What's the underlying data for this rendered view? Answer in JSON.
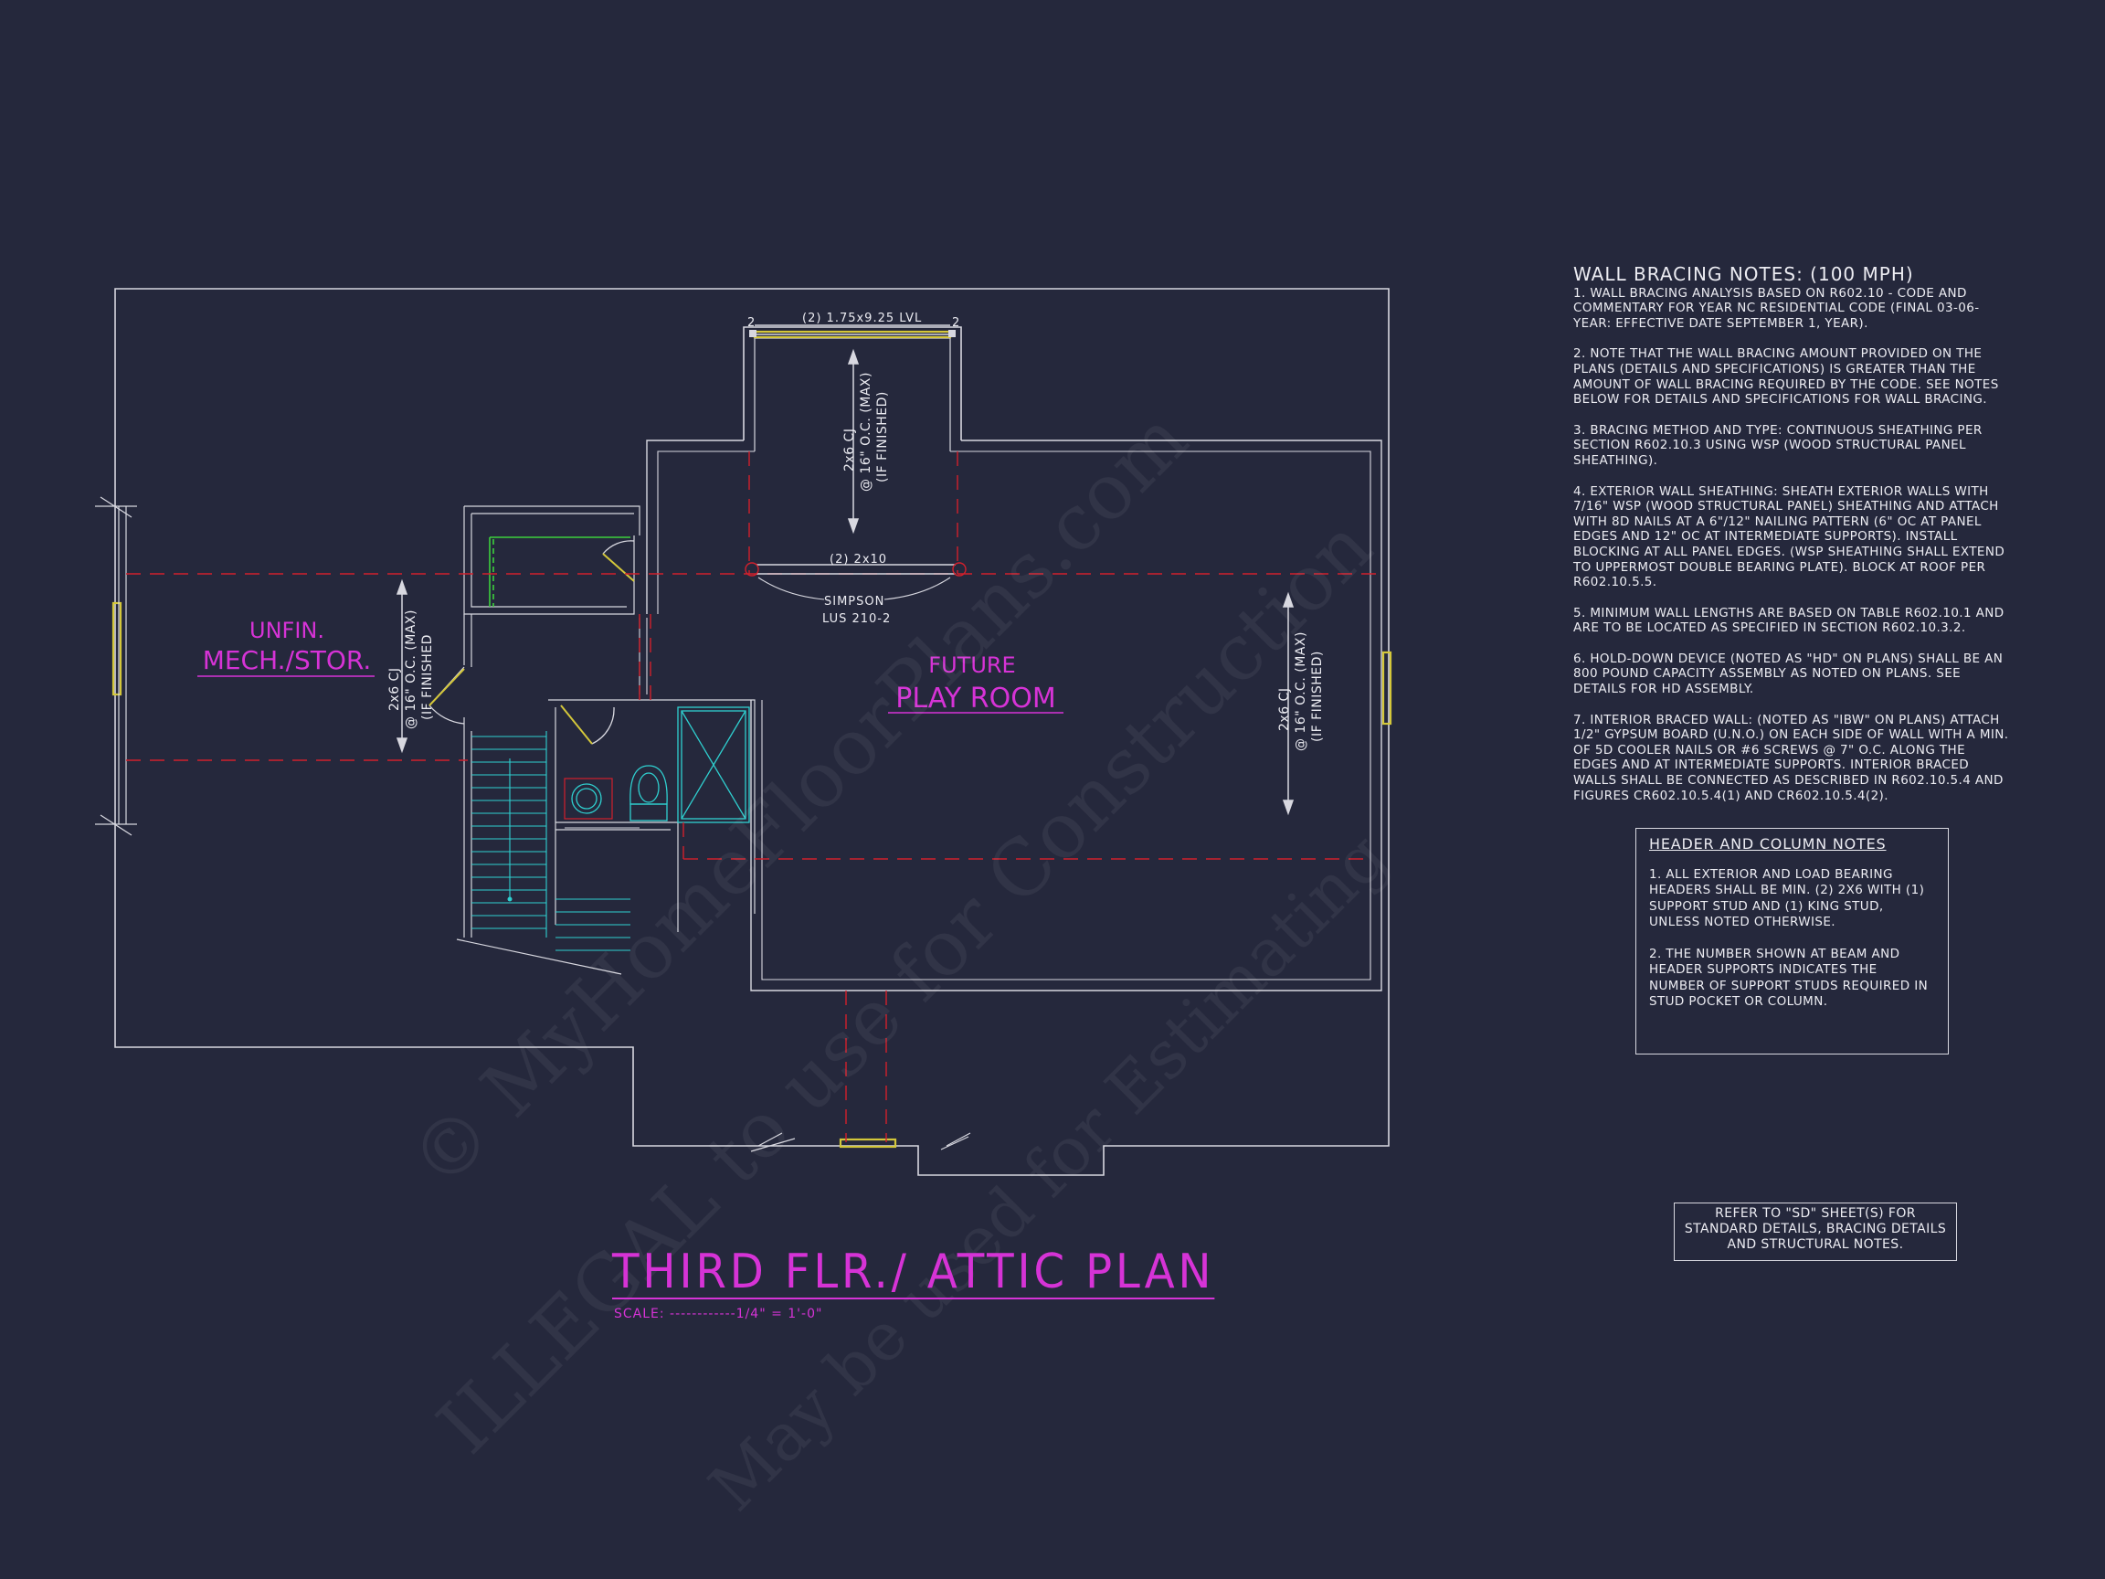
{
  "plan": {
    "title": "THIRD FLR./ ATTIC PLAN",
    "scale": "SCALE: ------------1/4\" = 1'-0\"",
    "rooms": {
      "mech_line1": "UNFIN.",
      "mech_line2": "MECH./STOR.",
      "play_line1": "FUTURE",
      "play_line2": "PLAY ROOM"
    },
    "beams": {
      "lvl_label": "(2) 1.75x9.25 LVL",
      "lvl_support_left": "2",
      "lvl_support_right": "2",
      "joist_label": "(2) 2x10",
      "hanger_line1": "SIMPSON",
      "hanger_line2": "LUS 210-2"
    },
    "joist_notes": {
      "left": [
        "2x6 CJ",
        "@ 16\" O.C. (MAX)",
        "(IF FINISHED"
      ],
      "top": [
        "2x6 CJ",
        "@ 16\" O.C. (MAX)",
        "(IF FINISHED)"
      ],
      "right": [
        "2x6 CJ",
        "@ 16\" O.C. (MAX)",
        "(IF FINISHED)"
      ]
    }
  },
  "wall_bracing": {
    "title": "WALL BRACING NOTES: (100 MPH)",
    "notes": [
      "1. WALL BRACING ANALYSIS BASED ON R602.10 - CODE AND COMMENTARY FOR YEAR NC RESIDENTIAL CODE (FINAL 03-06-YEAR: EFFECTIVE DATE SEPTEMBER 1, YEAR).",
      "2. NOTE THAT THE WALL BRACING AMOUNT PROVIDED ON THE PLANS (DETAILS AND SPECIFICATIONS) IS GREATER THAN THE AMOUNT OF WALL BRACING REQUIRED BY THE CODE. SEE NOTES BELOW FOR DETAILS AND SPECIFICATIONS FOR WALL BRACING.",
      "3. BRACING METHOD AND TYPE: CONTINUOUS SHEATHING PER SECTION R602.10.3 USING WSP (WOOD STRUCTURAL PANEL SHEATHING).",
      "4. EXTERIOR WALL SHEATHING: SHEATH EXTERIOR WALLS WITH 7/16\" WSP (WOOD STRUCTURAL PANEL) SHEATHING AND ATTACH WITH 8d NAILS AT A 6\"/12\" NAILING PATTERN (6\" OC AT PANEL EDGES AND 12\" OC AT INTERMEDIATE SUPPORTS). INSTALL BLOCKING AT ALL PANEL EDGES. (WSP SHEATHING SHALL EXTEND TO UPPERMOST DOUBLE BEARING PLATE). BLOCK AT ROOF PER R602.10.5.5.",
      "5. MINIMUM WALL LENGTHS ARE BASED ON TABLE R602.10.1 AND ARE TO BE LOCATED AS SPECIFIED IN SECTION R602.10.3.2.",
      "6. HOLD-DOWN DEVICE (NOTED AS \"HD\" ON PLANS) SHALL BE AN 800 POUND CAPACITY ASSEMBLY AS NOTED ON PLANS. SEE DETAILS FOR HD ASSEMBLY.",
      "7. INTERIOR BRACED WALL: (NOTED AS \"IBW\" ON PLANS) ATTACH 1/2\" GYPSUM BOARD (U.N.O.) ON EACH SIDE OF WALL WITH A MIN. OF 5d COOLER NAILS OR #6 SCREWS @ 7\" O.C. ALONG THE EDGES AND AT INTERMEDIATE SUPPORTS. INTERIOR BRACED WALLS SHALL BE CONNECTED AS DESCRIBED IN R602.10.5.4 AND FIGURES CR602.10.5.4(1) AND CR602.10.5.4(2)."
    ]
  },
  "header_notes": {
    "title": "HEADER AND COLUMN NOTES",
    "notes": [
      "1. ALL EXTERIOR AND LOAD BEARING HEADERS SHALL BE MIN. (2) 2x6 WITH (1) SUPPORT STUD AND (1) KING STUD, UNLESS NOTED OTHERWISE.",
      "2. THE NUMBER SHOWN AT BEAM AND HEADER SUPPORTS INDICATES THE NUMBER OF SUPPORT STUDS REQUIRED IN STUD POCKET OR COLUMN."
    ]
  },
  "reference_note": "REFER TO \"SD\" SHEET(S) FOR STANDARD DETAILS, BRACING DETAILS AND STRUCTURAL NOTES.",
  "watermark": {
    "line1": "© MyHomeFloorPlans.com",
    "line2": "ILLEGAL to use for Construction",
    "line3": "May be used for Estimating"
  },
  "colors": {
    "background": "#25283c",
    "wall": "#d8d8e0",
    "magenta": "#d633d6",
    "red_dash": "#d2202c",
    "yellow": "#d4c73a",
    "cyan": "#2fd0d0",
    "green": "#3ccf3c"
  }
}
